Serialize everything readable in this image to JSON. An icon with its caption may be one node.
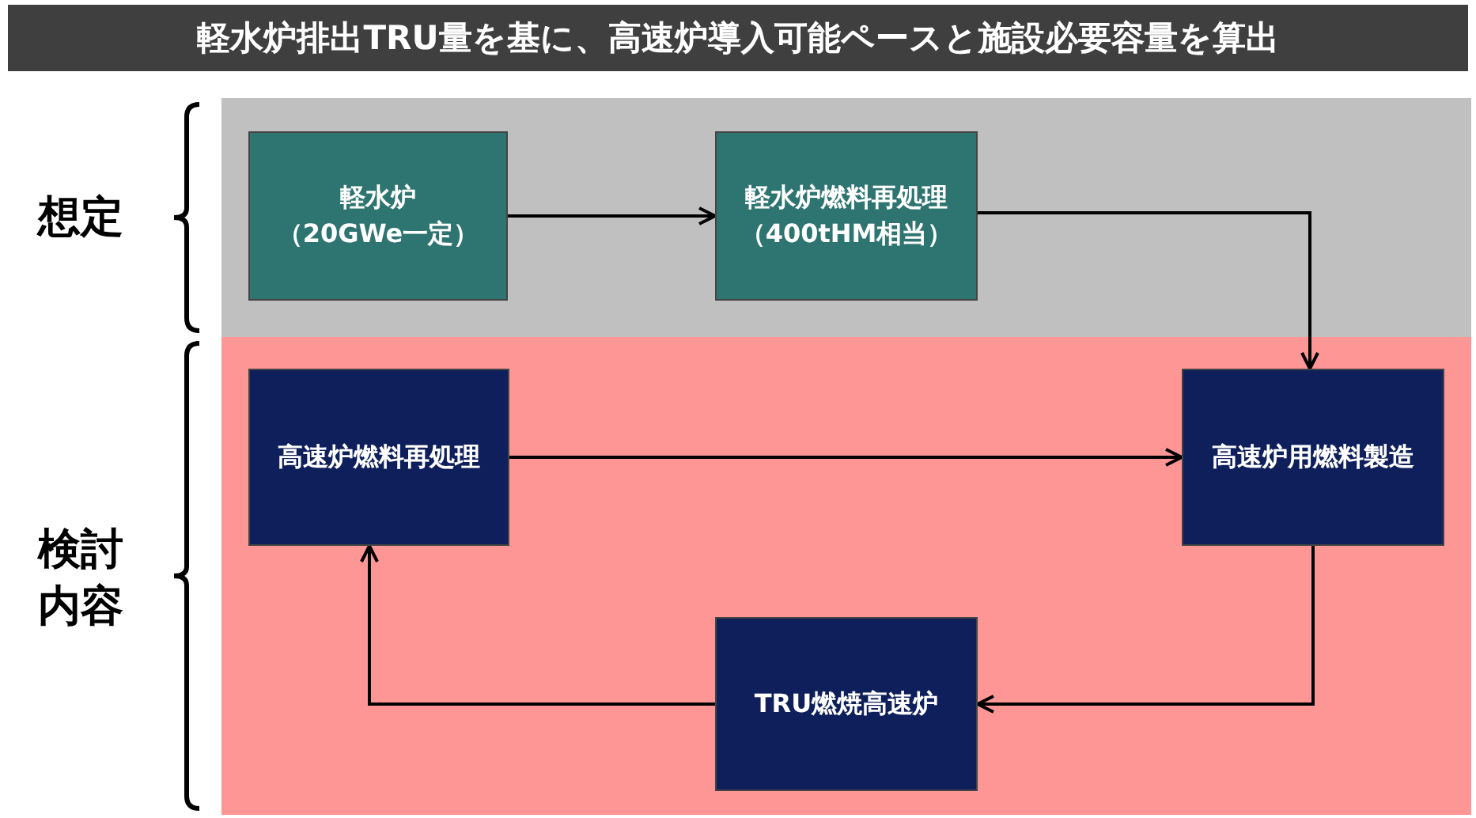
{
  "diagram": {
    "title": "軽水炉排出TRU量を基に、高速炉導入可能ペースと施設必要容量を算出",
    "nodes": [
      {
        "text": [
          "想定"
        ]
      },
      {
        "text": [
          "軽水炉",
          "（20GWe一定）"
        ],
        "in": 0
      },
      {
        "text": [
          "軽水炉燃料再処理",
          "（400tHM相当）"
        ],
        "in": 0
      },
      {
        "text": [
          "検討内容"
        ]
      },
      {
        "text": [
          "高速炉燃料再処理"
        ],
        "in": 3
      },
      {
        "text": [
          "高速炉用燃料製造"
        ],
        "in": 3
      },
      {
        "text": [
          "TRU燃焼高速炉"
        ],
        "in": 3
      }
    ],
    "edges": [
      {
        "from": 1,
        "to": 2,
        "arrow": "to"
      },
      {
        "from": 2,
        "to": 5,
        "arrow": "to"
      },
      {
        "from": 5,
        "to": 6,
        "arrow": "to"
      },
      {
        "from": 6,
        "to": 4,
        "arrow": "to"
      },
      {
        "from": 4,
        "to": 5,
        "arrow": "to"
      }
    ]
  }
}
